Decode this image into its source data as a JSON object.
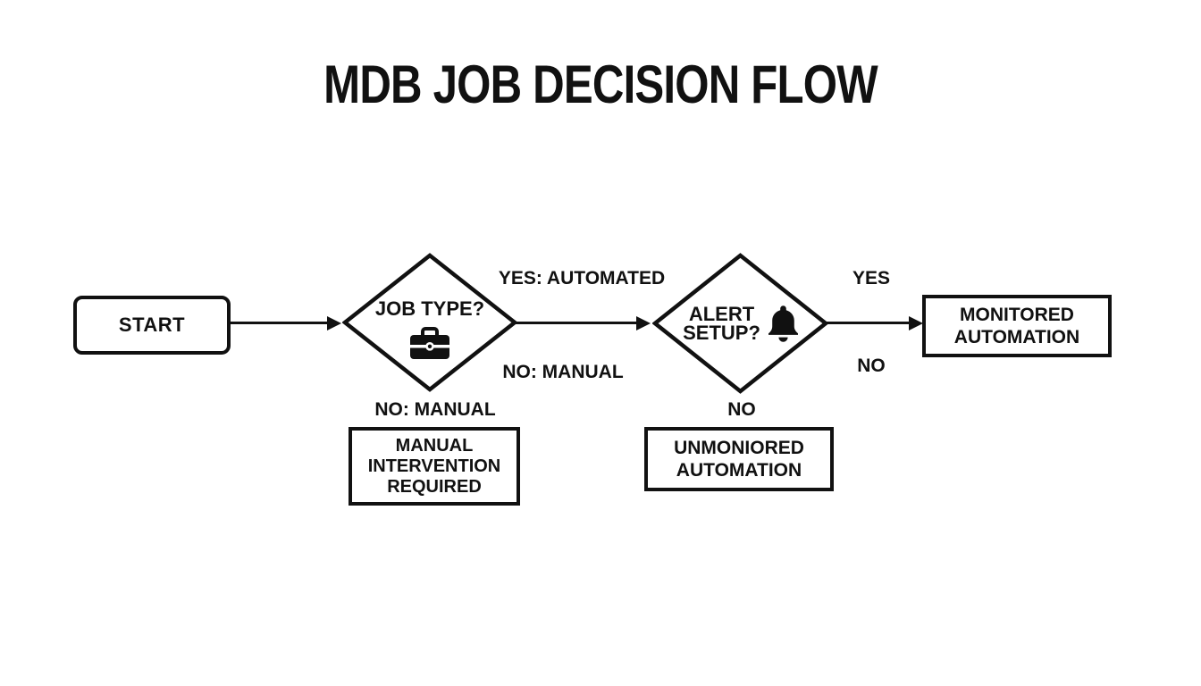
{
  "title": "MDB JOB DECISION FLOW",
  "colors": {
    "ink": "#111111",
    "background": "#ffffff"
  },
  "nodes": {
    "start": {
      "label": "START"
    },
    "job_type": {
      "question": "JOB TYPE?",
      "icon": "briefcase-icon"
    },
    "alert_setup": {
      "lines": [
        "ALERT",
        "SETUP?"
      ],
      "icon": "bell-icon"
    },
    "manual_intervention": {
      "lines": [
        "MANUAL",
        "INTERVENTION",
        "REQUIRED"
      ]
    },
    "unmonitored": {
      "lines": [
        "UNMONIORED",
        "AUTOMATION"
      ]
    },
    "monitored": {
      "lines": [
        "MONITORED",
        "AUTOMATION"
      ]
    }
  },
  "edges": {
    "job_yes": {
      "label": "YES: AUTOMATED"
    },
    "job_no_inline": {
      "label": "NO: MANUAL"
    },
    "job_no_down": {
      "label": "NO: MANUAL"
    },
    "alert_no_down": {
      "label": "NO"
    },
    "alert_yes": {
      "label": "YES"
    },
    "alert_no_right": {
      "label": "NO"
    }
  }
}
